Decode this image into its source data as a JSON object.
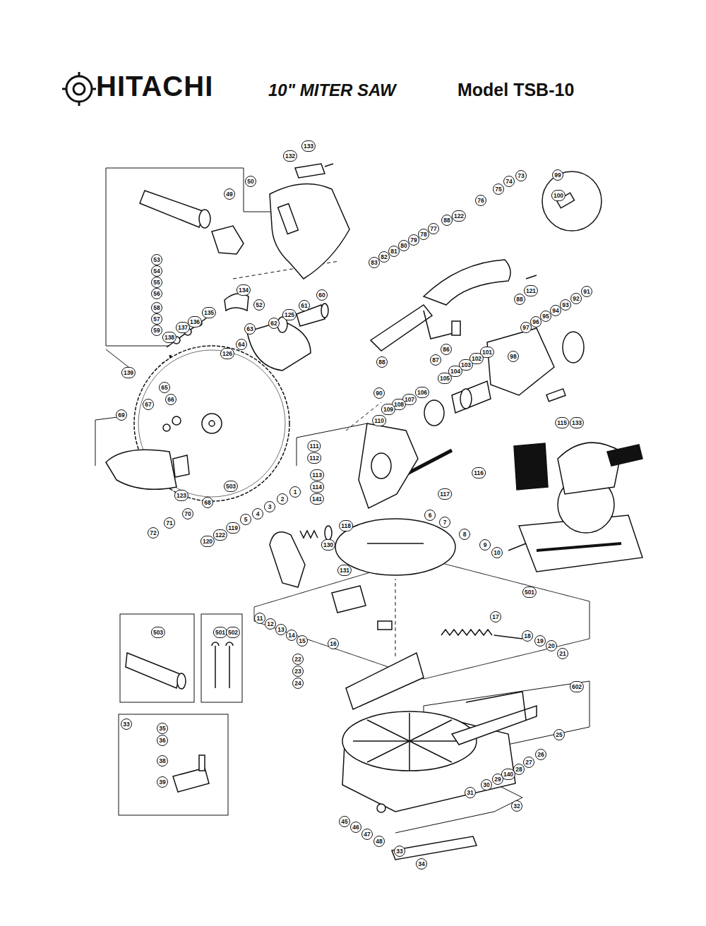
{
  "diagram": {
    "title": "10\" MITER SAW",
    "labels": [
      "HITACHI",
      "Model TSB-10",
      "133",
      "132",
      "49",
      "50",
      "53",
      "54",
      "55",
      "56",
      "58",
      "57",
      "59",
      "134",
      "135",
      "136",
      "137",
      "138",
      "139",
      "52",
      "61",
      "60",
      "125",
      "62",
      "63",
      "126",
      "64",
      "65",
      "66",
      "67",
      "69",
      "503",
      "123",
      "68",
      "70",
      "71",
      "72",
      "83",
      "82",
      "81",
      "80",
      "79",
      "78",
      "77",
      "88",
      "122",
      "76",
      "75",
      "74",
      "73",
      "99",
      "100",
      "121",
      "88",
      "87",
      "86",
      "88",
      "90",
      "91",
      "92",
      "93",
      "94",
      "95",
      "96",
      "97",
      "98",
      "101",
      "102",
      "103",
      "104",
      "105",
      "106",
      "107",
      "108",
      "109",
      "110",
      "111",
      "112",
      "113",
      "114",
      "141",
      "117",
      "116",
      "115",
      "133",
      "118",
      "1",
      "2",
      "3",
      "4",
      "5",
      "119",
      "122",
      "120",
      "130",
      "6",
      "7",
      "8",
      "9",
      "10",
      "131",
      "11",
      "12",
      "13",
      "14",
      "15",
      "16",
      "501",
      "17",
      "18",
      "19",
      "20",
      "21",
      "22",
      "23",
      "24",
      "602",
      "25",
      "26",
      "27",
      "28",
      "140",
      "29",
      "30",
      "31",
      "32",
      "45",
      "46",
      "47",
      "48",
      "33",
      "34",
      "503",
      "501",
      "502",
      "33",
      "35",
      "36",
      "38",
      "39"
    ]
  }
}
